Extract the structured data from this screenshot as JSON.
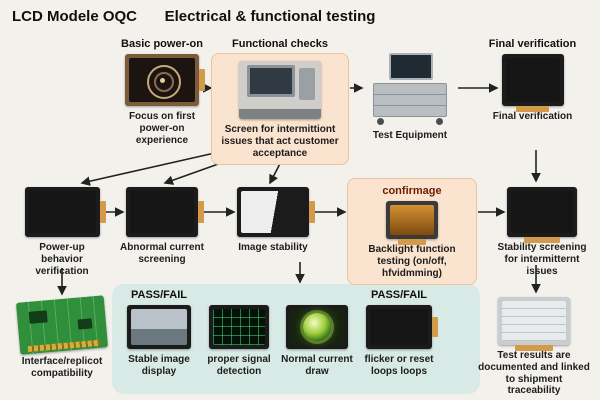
{
  "page": {
    "title": "LCD Modele OQC",
    "heading": "Electrical & functional testing"
  },
  "row1": {
    "basic": {
      "label": "Basic power-on",
      "caption": "Focus on first power-on experience"
    },
    "functional": {
      "label": "Functional checks",
      "caption": "Screen for intermittiont issues that act customer acceptance"
    },
    "test_equipment": {
      "caption": "Test Equipment"
    },
    "final": {
      "label": "Final verification",
      "caption": "Final verification"
    }
  },
  "row2": {
    "powerup": {
      "caption": "Power-up behavior verification"
    },
    "abnormal": {
      "caption": "Abnormal current screening"
    },
    "image_stability": {
      "caption": "Image stability"
    },
    "confirmage": {
      "label": "confirmage",
      "caption": "Backlight function testing (on/off, hfvidmming)"
    },
    "stability": {
      "caption": "Stability screening for intermitternt issues"
    }
  },
  "row3": {
    "interface": {
      "caption": "Interface/replicot compatibility"
    },
    "passfail_left": "PASS/FAIL",
    "stable_image": {
      "caption": "Stable image display"
    },
    "signal": {
      "caption": "proper signal detection"
    },
    "current": {
      "caption": "Normal current draw"
    },
    "passfail_right": "PASS/FAIL",
    "flicker": {
      "caption": "flicker or reset loops loops"
    },
    "results": {
      "caption": "Test results are documented and linked to shipment traceability"
    }
  },
  "colors": {
    "background": "#f3f1ec",
    "highlight_box": "#fae3cf",
    "highlight_border": "#eec29a",
    "bottom_panel": "#d8eae5",
    "arrow": "#222222",
    "confirmage_label": "#6b1d00"
  }
}
